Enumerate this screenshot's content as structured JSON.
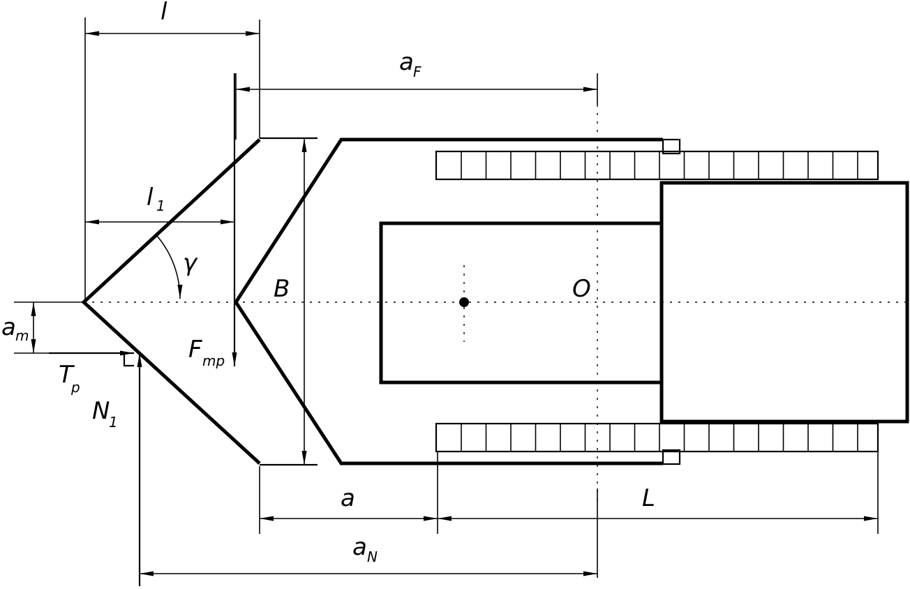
{
  "labels": {
    "l": "l",
    "aF_main": "a",
    "aF_sub": "F",
    "l1_main": "l",
    "l1_sub": "1",
    "gamma": "γ",
    "B": "B",
    "O": "O",
    "am_main": "a",
    "am_sub": "m",
    "Fmp_main": "F",
    "Fmp_sub": "mp",
    "Tp_main": "T",
    "Tp_sub": "p",
    "N1_main": "N",
    "N1_sub": "1",
    "a": "a",
    "L": "L",
    "aN_main": "a",
    "aN_sub": "N"
  }
}
